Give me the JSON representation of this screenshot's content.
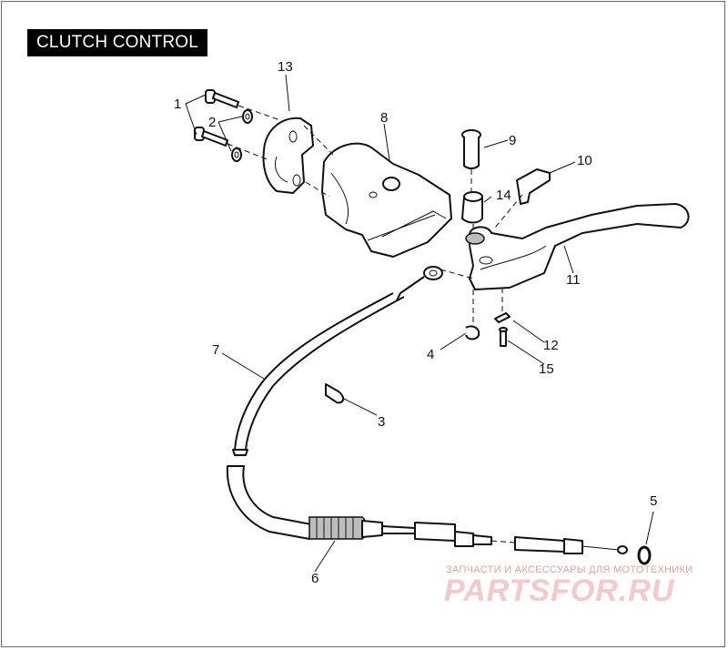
{
  "title": "CLUTCH CONTROL",
  "callouts": [
    "1",
    "2",
    "3",
    "4",
    "5",
    "6",
    "7",
    "8",
    "9",
    "10",
    "11",
    "12",
    "13",
    "14",
    "15"
  ],
  "watermark": {
    "tagline": "ЗАПЧАСТИ И АКСЕССУАРЫ ДЛЯ МОТОТЕХНИКИ",
    "logo": "PARTSFOR.RU"
  },
  "colors": {
    "ink": "#111111",
    "title_bg": "#000000",
    "title_fg": "#ffffff",
    "watermark": "#f3c9c9"
  }
}
